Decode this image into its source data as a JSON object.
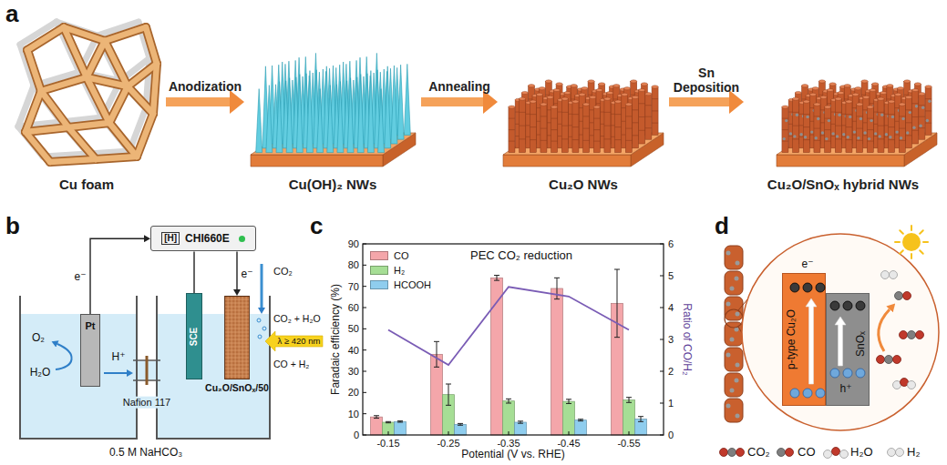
{
  "diagram": {
    "nodes": [
      {
        "text": [
          "Cu foam"
        ]
      },
      {
        "text": [
          "Cu(OH)₂ NWs"
        ]
      },
      {
        "text": [
          "Cu₂O NWs"
        ]
      },
      {
        "text": [
          "Cu₂O/SnOₓ hybrid NWs"
        ]
      },
      {
        "text": [
          "[H]",
          "CHI660E"
        ]
      },
      {
        "text": [
          "Pt"
        ]
      },
      {
        "text": [
          "SCE"
        ]
      },
      {
        "text": [
          "Cu₂O/SnOₓ/50"
        ]
      },
      {
        "text": [
          "p-type Cu₂O"
        ]
      },
      {
        "text": [
          "SnOₓ"
        ]
      }
    ],
    "edges": [
      {
        "from": 0,
        "to": 1,
        "label": "Anodization",
        "arrow": "to"
      },
      {
        "from": 1,
        "to": 2,
        "label": "Annealing",
        "arrow": "to"
      },
      {
        "from": 2,
        "to": 3,
        "label": "Sn Deposition",
        "arrow": "to"
      },
      {
        "from": 5,
        "to": 4,
        "label": "e⁻",
        "arrow": "to"
      },
      {
        "from": 4,
        "to": 6,
        "arrow": "none"
      },
      {
        "from": 4,
        "to": 7,
        "label": "e⁻",
        "arrow": "to"
      }
    ],
    "labels": [
      "a",
      "b",
      "c",
      "d",
      "O₂",
      "H₂O",
      "H⁺",
      "Nafion 117",
      "CO₂",
      "CO₂ + H₂O",
      "CO + H₂",
      "λ ≥ 420 nm",
      "0.5 M NaHCO₃",
      "PEC CO₂ reduction",
      "0",
      "10",
      "20",
      "30",
      "40",
      "50",
      "60",
      "70",
      "80",
      "90",
      "0",
      "1",
      "2",
      "3",
      "4",
      "5",
      "6",
      "-0.15",
      "-0.25",
      "-0.35",
      "-0.45",
      "-0.55",
      "Faradaic efficiency (%)",
      "Ratio of CO/H₂",
      "Potential (V vs. RHE)",
      "e⁻",
      "h⁺"
    ],
    "legend": [
      {
        "text": "CO",
        "color": "#f4a6aa"
      },
      {
        "text": "H₂",
        "color": "#a6de95"
      },
      {
        "text": "HCOOH",
        "color": "#8fcdee"
      },
      {
        "text": "CO₂"
      },
      {
        "text": "CO"
      },
      {
        "text": "H₂O"
      },
      {
        "text": "H₂"
      }
    ]
  }
}
